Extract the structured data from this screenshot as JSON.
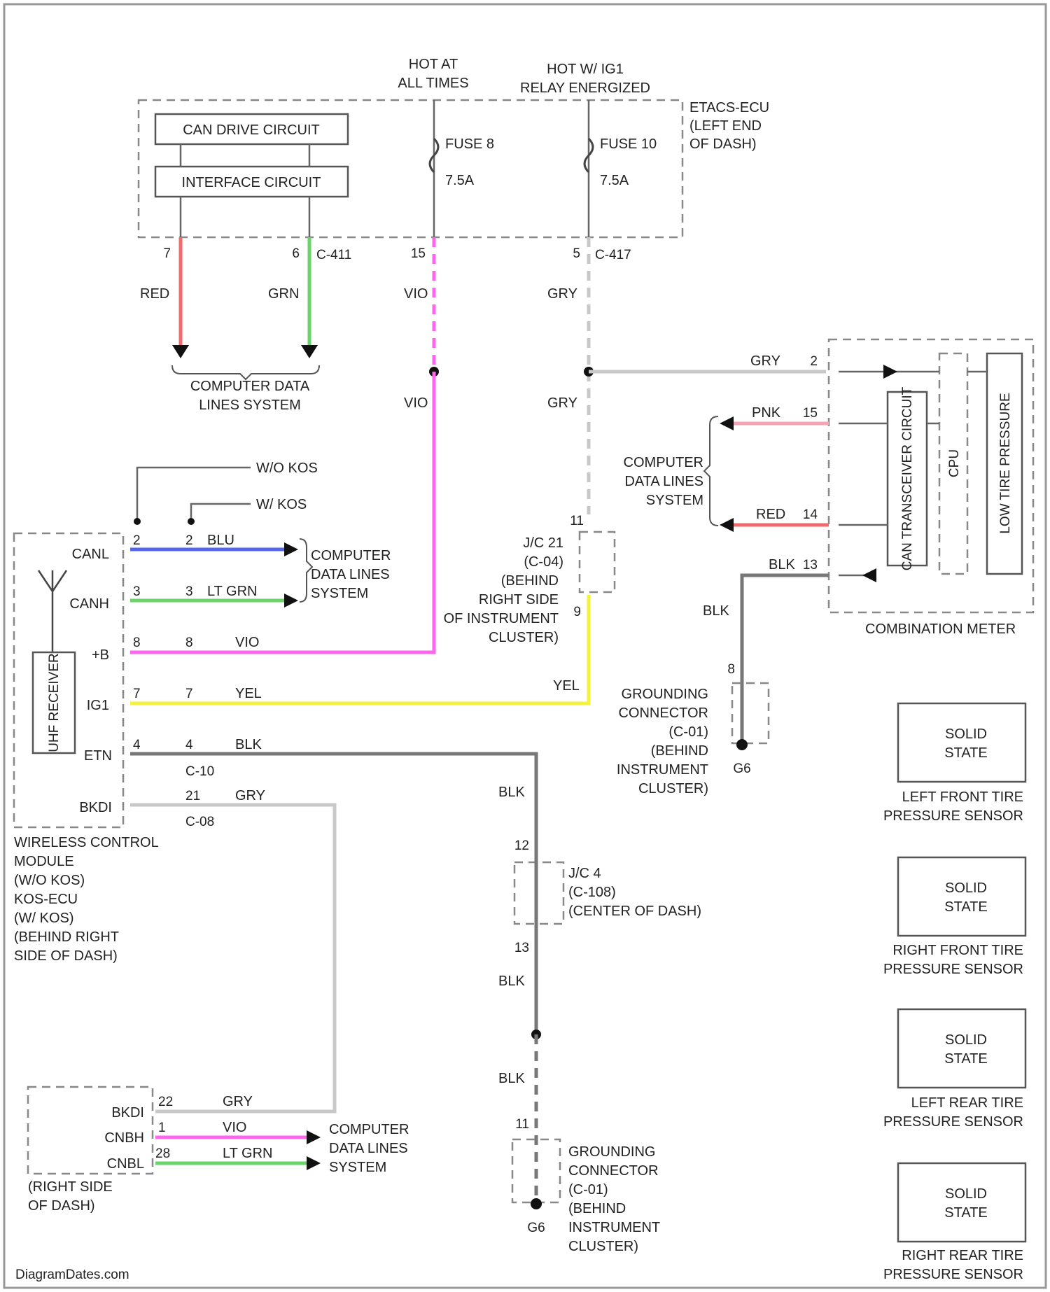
{
  "etacs": {
    "can_drive": "CAN DRIVE CIRCUIT",
    "interface": "INTERFACE CIRCUIT",
    "hot_at_all_times": [
      "HOT AT",
      "ALL TIMES"
    ],
    "hot_relay": [
      "HOT W/ IG1",
      "RELAY ENERGIZED"
    ],
    "fuse1_name": "FUSE 8",
    "fuse1_amp": "7.5A",
    "fuse2_name": "FUSE 10",
    "fuse2_amp": "7.5A",
    "title": [
      "ETACS-ECU",
      "(LEFT END",
      "OF DASH)"
    ],
    "pin_red": "7",
    "pin_grn": "6",
    "pin_vio": "15",
    "pin_gry": "5",
    "conn1": "C-411",
    "conn2": "C-417"
  },
  "wire_labels": {
    "red": "RED",
    "grn": "GRN",
    "vio": "VIO",
    "gry": "GRY",
    "blu": "BLU",
    "lt_grn": "LT GRN",
    "yel": "YEL",
    "blk": "BLK",
    "pnk": "PNK"
  },
  "cdl_top": [
    "COMPUTER DATA",
    "LINES SYSTEM"
  ],
  "cdl": [
    "COMPUTER",
    "DATA LINES",
    "SYSTEM"
  ],
  "kos": {
    "wo": "W/O KOS",
    "w": "W/ KOS"
  },
  "wcm": {
    "pins": {
      "canl": "CANL",
      "canh": "CANH",
      "b": "+B",
      "ig1": "IG1",
      "etn": "ETN",
      "bkdi": "BKDI"
    },
    "nums": {
      "canl": "2",
      "canh": "3",
      "b": "8",
      "ig1": "7",
      "etn": "4",
      "bkdi": "21"
    },
    "receiver": "UHF RECEIVER",
    "conn_c10": "C-10",
    "conn_c08": "C-08",
    "title": [
      "WIRELESS CONTROL",
      "MODULE",
      "(W/O KOS)",
      "KOS-ECU",
      "(W/ KOS)",
      "(BEHIND RIGHT",
      "SIDE OF DASH)"
    ]
  },
  "jc21": {
    "top_pin": "11",
    "bot_pin": "9",
    "title": [
      "J/C 21",
      "(C-04)",
      "(BEHIND",
      "RIGHT SIDE",
      "OF INSTRUMENT",
      "CLUSTER)"
    ]
  },
  "meter": {
    "pins": {
      "gry": "2",
      "pnk": "15",
      "red": "14",
      "blk": "13"
    },
    "can_transceiver": "CAN TRANSCEIVER CIRCUIT",
    "cpu": "CPU",
    "lowtire": "LOW TIRE PRESSURE",
    "title": "COMBINATION METER"
  },
  "ground1": {
    "pin": "8",
    "label": "G6",
    "title": [
      "GROUNDING",
      "CONNECTOR",
      "(C-01)",
      "(BEHIND",
      "INSTRUMENT",
      "CLUSTER)"
    ]
  },
  "jc4": {
    "top_pin": "12",
    "bot_pin": "13",
    "title": [
      "J/C 4",
      "(C-108)",
      "(CENTER OF DASH)"
    ]
  },
  "ground2": {
    "pin": "11",
    "label": "G6",
    "title": [
      "GROUNDING",
      "CONNECTOR",
      "(C-01)",
      "(BEHIND",
      "INSTRUMENT",
      "CLUSTER)"
    ]
  },
  "lower_module": {
    "pins": {
      "bkdi": "BKDI",
      "cnbh": "CNBH",
      "cnbl": "CNBL"
    },
    "nums": {
      "bkdi": "22",
      "cnbh": "1",
      "cnbl": "28"
    },
    "title": [
      "(RIGHT SIDE",
      "OF DASH)"
    ]
  },
  "sensors": [
    {
      "state": [
        "SOLID",
        "STATE"
      ],
      "name": [
        "LEFT FRONT TIRE",
        "PRESSURE SENSOR"
      ]
    },
    {
      "state": [
        "SOLID",
        "STATE"
      ],
      "name": [
        "RIGHT FRONT TIRE",
        "PRESSURE SENSOR"
      ]
    },
    {
      "state": [
        "SOLID",
        "STATE"
      ],
      "name": [
        "LEFT REAR TIRE",
        "PRESSURE SENSOR"
      ]
    },
    {
      "state": [
        "SOLID",
        "STATE"
      ],
      "name": [
        "RIGHT REAR TIRE",
        "PRESSURE SENSOR"
      ]
    }
  ],
  "footer": "DiagramDates.com",
  "colors": {
    "red": "#f06b6b",
    "grn": "#6ad36a",
    "vio": "#ff66ee",
    "blu": "#5566ee",
    "yel": "#f4f23a",
    "pnk": "#f7a3b6",
    "gry": "#cfcfcf",
    "blk": "#777777"
  }
}
